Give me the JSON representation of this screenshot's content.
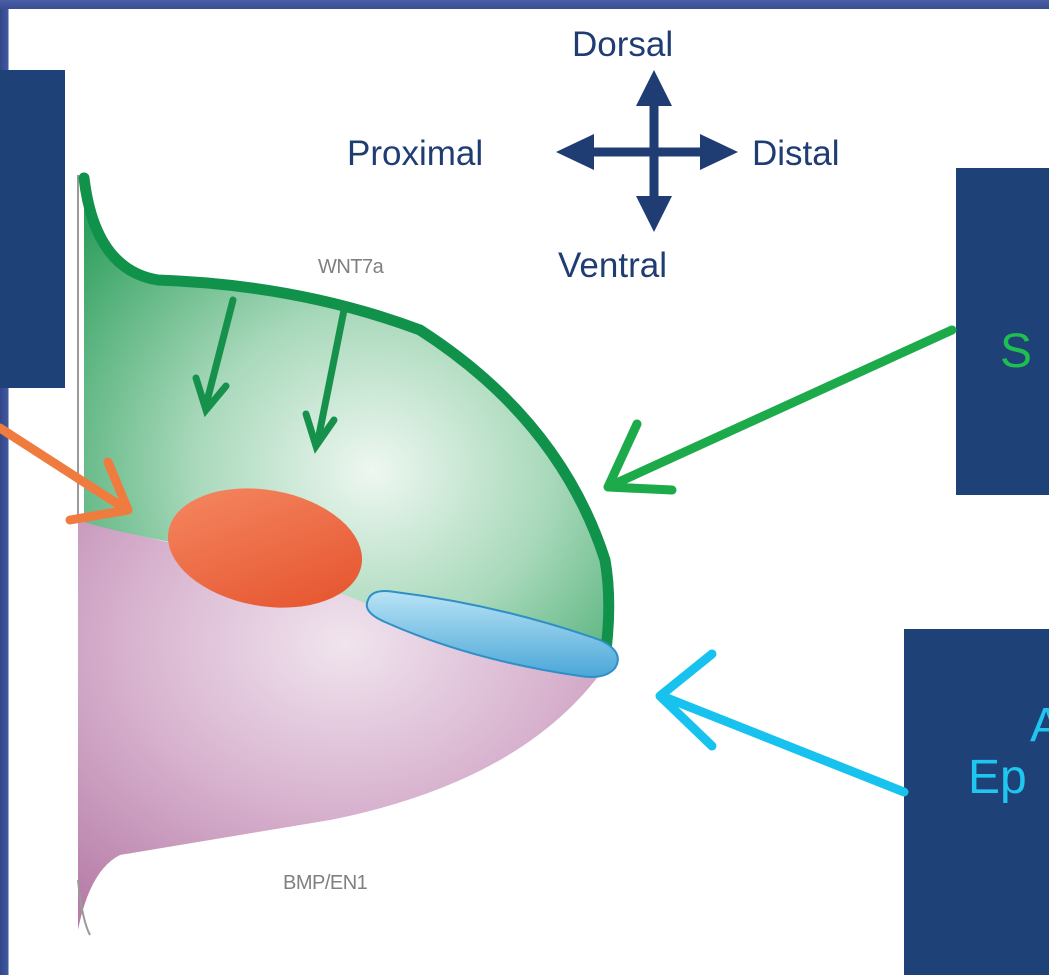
{
  "compass": {
    "dorsal": "Dorsal",
    "ventral": "Ventral",
    "proximal": "Proximal",
    "distal": "Distal"
  },
  "limb_bud": {
    "dorsal_signal": "WNT7a",
    "ventral_signal": "BMP/EN1"
  },
  "label_boxes": {
    "right_upper_fragment": "S",
    "right_lower_line1": "A",
    "right_lower_line2": "Ep"
  },
  "colors": {
    "navy_box": "#1e4177",
    "compass_arrow": "#1f3d73",
    "dorsal_ectoderm": "#189a4c",
    "ventral_mesenchyme": "#c48ab4",
    "zpa_orange": "#e9602c",
    "aer_blue": "#64b8e0",
    "arrow_orange": "#f07b3f",
    "arrow_green": "#1daa4a",
    "arrow_cyan": "#17c2ef",
    "text_green": "#1dbf4f",
    "text_cyan": "#1ec6f0"
  }
}
